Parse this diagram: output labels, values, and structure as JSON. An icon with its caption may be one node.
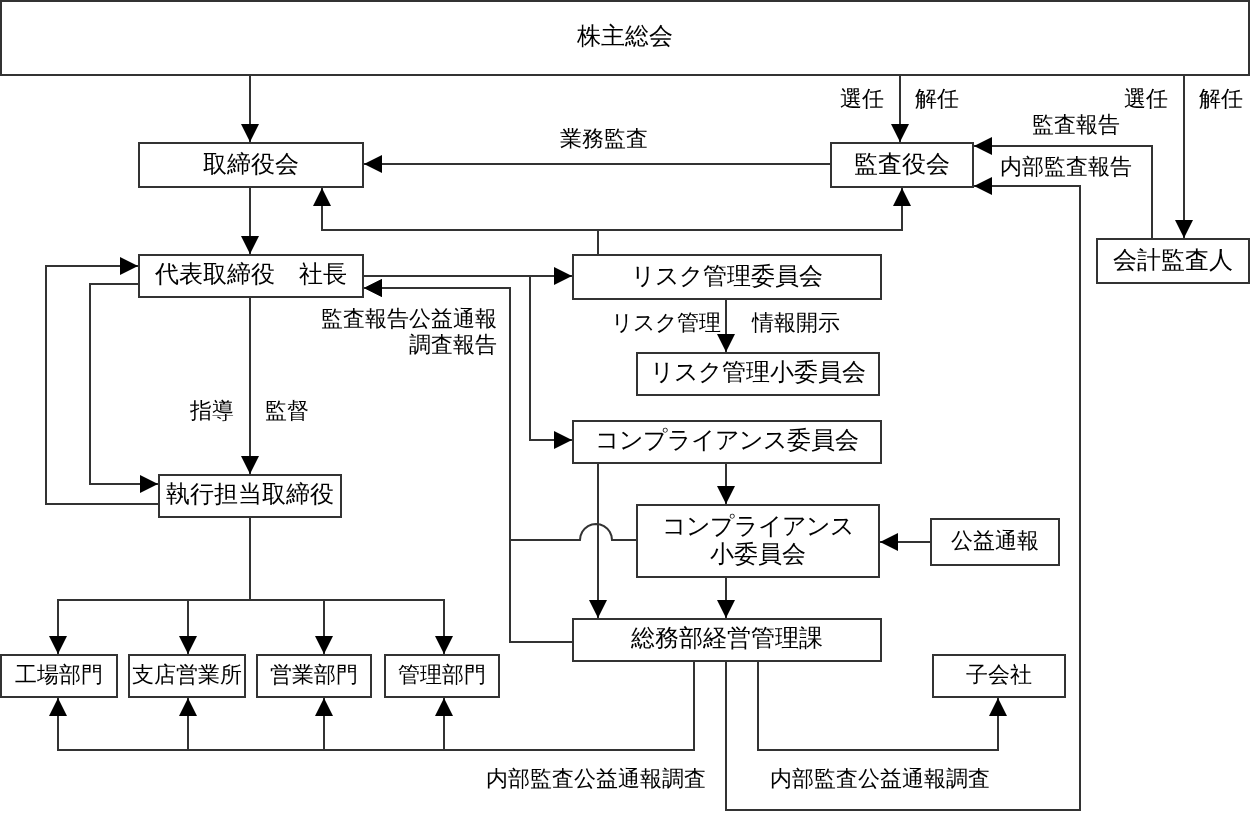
{
  "diagram": {
    "nodes": [
      {
        "text": [
          "株主総会"
        ]
      },
      {
        "text": [
          "取締役会"
        ]
      },
      {
        "text": [
          "監査役会"
        ]
      },
      {
        "text": [
          "会計監査人"
        ]
      },
      {
        "text": [
          "代表取締役　社長"
        ]
      },
      {
        "text": [
          "リスク管理委員会"
        ]
      },
      {
        "text": [
          "リスク管理小委員会"
        ]
      },
      {
        "text": [
          "執行担当取締役"
        ]
      },
      {
        "text": [
          "コンプライアンス委員会"
        ]
      },
      {
        "text": [
          "コンプライアンス小委員会"
        ]
      },
      {
        "text": [
          "公益通報"
        ]
      },
      {
        "text": [
          "工場部門"
        ]
      },
      {
        "text": [
          "支店営業所"
        ]
      },
      {
        "text": [
          "営業部門"
        ]
      },
      {
        "text": [
          "管理部門"
        ]
      },
      {
        "text": [
          "総務部経営管理課"
        ]
      },
      {
        "text": [
          "子会社"
        ]
      }
    ],
    "edges": [
      {
        "from": 0,
        "to": 1,
        "arrow": "to"
      },
      {
        "from": 0,
        "to": 2,
        "arrow": "to",
        "label": "選任 解任"
      },
      {
        "from": 0,
        "to": 3,
        "arrow": "to",
        "label": "選任 解任"
      },
      {
        "from": 2,
        "to": 1,
        "arrow": "to",
        "label": "業務監査"
      },
      {
        "from": 3,
        "to": 2,
        "arrow": "to",
        "label": "監査報告"
      },
      {
        "from": 15,
        "to": 2,
        "arrow": "to",
        "label": "内部監査報告"
      },
      {
        "from": 5,
        "to": 1,
        "arrow": "to"
      },
      {
        "from": 5,
        "to": 2,
        "arrow": "to"
      },
      {
        "from": 1,
        "to": 4,
        "arrow": "to"
      },
      {
        "from": 4,
        "to": 5,
        "arrow": "to"
      },
      {
        "from": 4,
        "to": 8,
        "arrow": "to"
      },
      {
        "from": 15,
        "to": 4,
        "arrow": "to",
        "label": "監査報告公益通報調査報告"
      },
      {
        "from": 9,
        "to": 4,
        "arrow": "to"
      },
      {
        "from": 8,
        "to": 15,
        "arrow": "to"
      },
      {
        "from": 8,
        "to": 9,
        "arrow": "to"
      },
      {
        "from": 9,
        "to": 15,
        "arrow": "to"
      },
      {
        "from": 10,
        "to": 9,
        "arrow": "to"
      },
      {
        "from": 4,
        "to": 7,
        "arrow": "to",
        "label": "指導 監督"
      },
      {
        "from": 4,
        "to": 7,
        "arrow": "to"
      },
      {
        "from": 7,
        "to": 4,
        "arrow": "to"
      },
      {
        "from": 7,
        "to": 11,
        "arrow": "to"
      },
      {
        "from": 7,
        "to": 12,
        "arrow": "to"
      },
      {
        "from": 7,
        "to": 13,
        "arrow": "to"
      },
      {
        "from": 7,
        "to": 14,
        "arrow": "to"
      },
      {
        "from": 15,
        "to": 11,
        "arrow": "to",
        "label": "内部監査公益通報調査"
      },
      {
        "from": 15,
        "to": 12,
        "arrow": "to"
      },
      {
        "from": 15,
        "to": 13,
        "arrow": "to"
      },
      {
        "from": 15,
        "to": 14,
        "arrow": "to"
      },
      {
        "from": 15,
        "to": 16,
        "arrow": "to",
        "label": "内部監査公益通報調査"
      },
      {
        "from": 5,
        "to": 6,
        "arrow": "to",
        "label": "リスク管理 情報開示"
      }
    ]
  }
}
